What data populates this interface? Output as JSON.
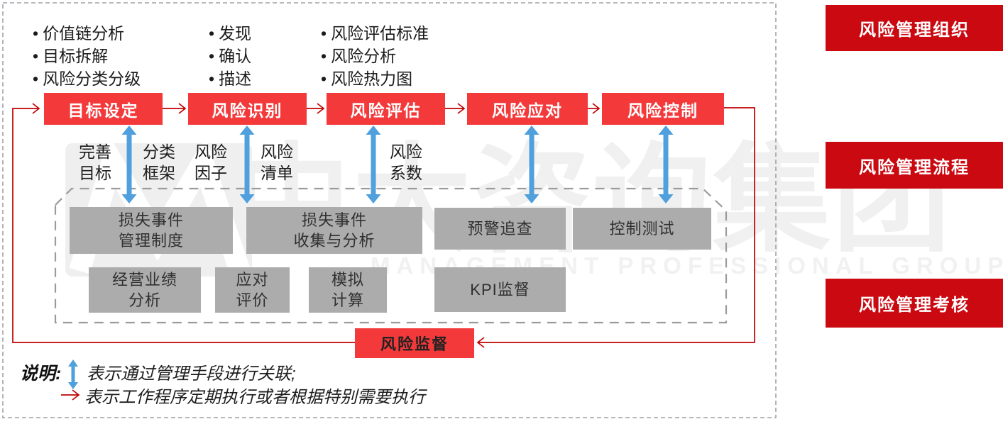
{
  "bullets": {
    "col1": [
      "价值链分析",
      "目标拆解",
      "风险分类分级"
    ],
    "col2": [
      "发现",
      "确认",
      "描述"
    ],
    "col3": [
      "风险评估标准",
      "风险分析",
      "风险热力图"
    ]
  },
  "process": [
    {
      "label": "目标设定"
    },
    {
      "label": "风险识别"
    },
    {
      "label": "风险评估"
    },
    {
      "label": "风险应对"
    },
    {
      "label": "风险控制"
    }
  ],
  "link_labels": [
    {
      "l1": "完善",
      "l2": "目标"
    },
    {
      "l1": "分类",
      "l2": "框架"
    },
    {
      "l1": "风险",
      "l2": "因子"
    },
    {
      "l1": "风险",
      "l2": "清单"
    },
    {
      "l1": "风险",
      "l2": "系数"
    }
  ],
  "tools": {
    "row1": [
      {
        "l1": "损失事件",
        "l2": "管理制度"
      },
      {
        "l1": "损失事件",
        "l2": "收集与分析"
      },
      {
        "l1": "预警追查"
      },
      {
        "l1": "控制测试"
      }
    ],
    "row2": [
      {
        "l1": "经营业绩",
        "l2": "分析"
      },
      {
        "l1": "应对",
        "l2": "评价"
      },
      {
        "l1": "模拟",
        "l2": "计算"
      },
      {
        "l1": "KPI监督"
      }
    ]
  },
  "monitor_label": "风险监督",
  "sidebar": [
    {
      "label": "风险管理组织"
    },
    {
      "label": "风险管理流程"
    },
    {
      "label": "风险管理考核"
    }
  ],
  "legend": {
    "title": "说明:",
    "blue_desc": "表示通过管理手段进行关联;",
    "red_desc": "表示工作程序定期执行或者根据特别需要执行"
  },
  "watermark": {
    "cn": "中大咨询集团",
    "en": "MANAGEMENT PROFESSIONAL GROUP"
  },
  "colors": {
    "process_red": "#f4393b",
    "banner_red": "#ca0911",
    "connector_red": "#c00000",
    "arrow_blue": "#4fa0dc",
    "tool_gray": "#acacac"
  }
}
